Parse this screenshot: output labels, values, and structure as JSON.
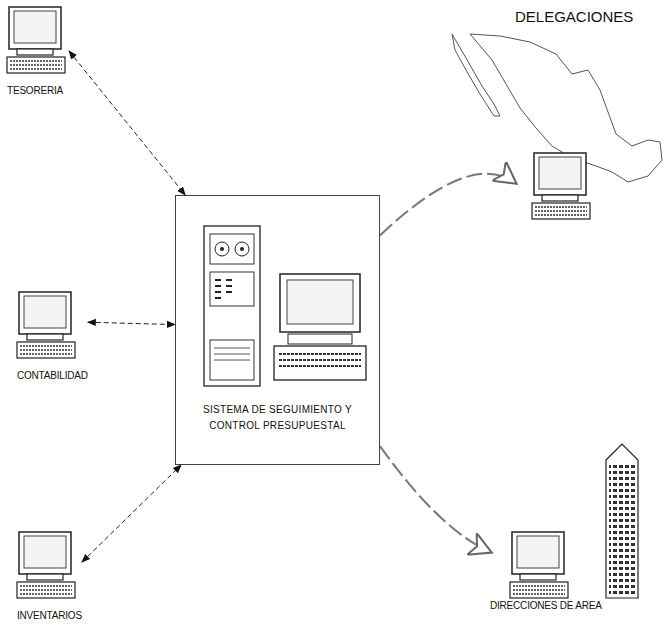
{
  "diagram": {
    "nodes": [
      {
        "text": [
          "TESORERIA"
        ]
      },
      {
        "text": [
          "DELEGACIONES"
        ]
      },
      {
        "text": [
          "SISTEMA DE SEGUIMIENTO Y CONTROL PRESUPUESTAL"
        ]
      },
      {
        "text": [
          "CONTABILIDAD"
        ]
      },
      {
        "text": [
          "INVENTARIOS"
        ]
      },
      {
        "text": [
          "DIRECCIONES DE AREA"
        ]
      }
    ],
    "edges": [
      {
        "from": 0,
        "to": 2,
        "arrow": "both"
      },
      {
        "from": 3,
        "to": 2,
        "arrow": "both"
      },
      {
        "from": 4,
        "to": 2,
        "arrow": "both"
      },
      {
        "from": 2,
        "to": 1,
        "arrow": "to"
      },
      {
        "from": 2,
        "to": 5,
        "arrow": "to"
      }
    ]
  }
}
